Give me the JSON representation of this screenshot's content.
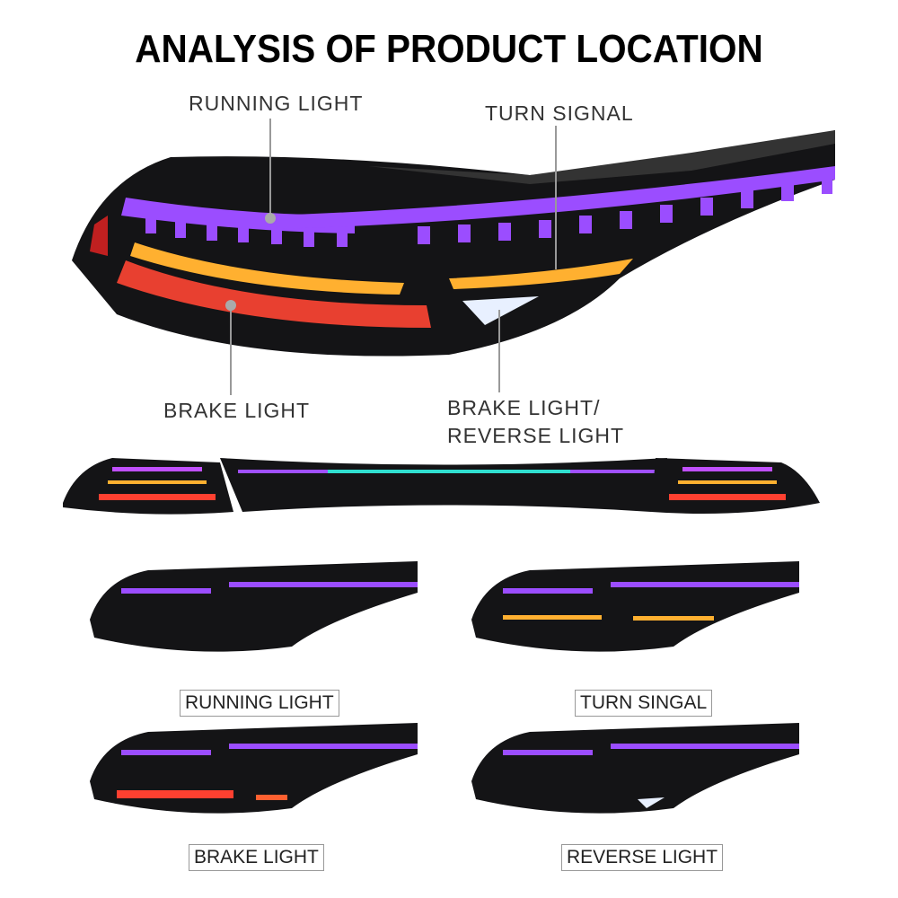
{
  "title": "ANALYSIS OF PRODUCT LOCATION",
  "callouts": {
    "running_light": "RUNNING LIGHT",
    "turn_signal": "TURN SIGNAL",
    "brake_light": "BRAKE LIGHT",
    "brake_reverse_line1": "BRAKE LIGHT/",
    "brake_reverse_line2": "REVERSE LIGHT"
  },
  "modes": [
    {
      "label": "RUNNING LIGHT"
    },
    {
      "label": "TURN SINGAL"
    },
    {
      "label": "BRAKE LIGHT"
    },
    {
      "label": "REVERSE LIGHT"
    }
  ],
  "colors": {
    "running": "#9b4dff",
    "turn": "#ffb030",
    "brake": "#ff4030",
    "reverse": "#e8f0ff",
    "housing": "#111111"
  }
}
